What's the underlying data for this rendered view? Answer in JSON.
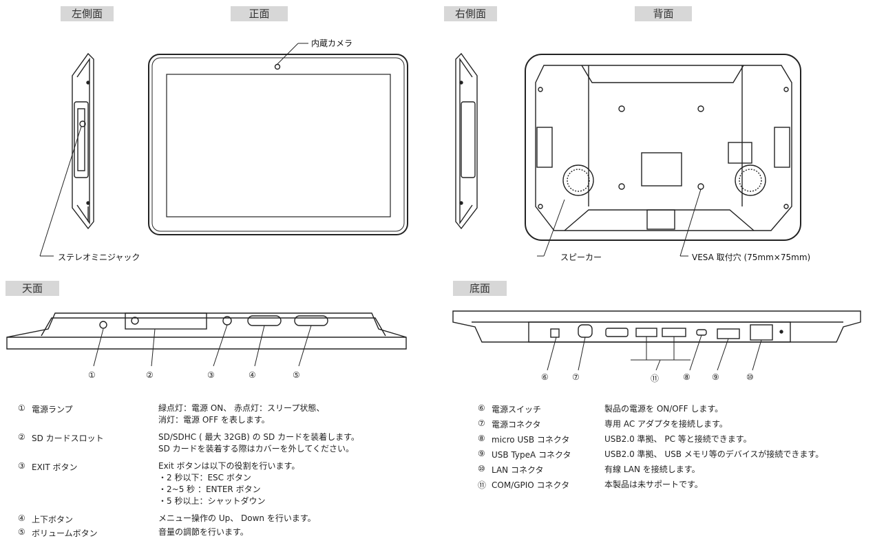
{
  "views": {
    "left_side": "左側面",
    "front": "正面",
    "right_side": "右側面",
    "back": "背面",
    "top": "天面",
    "bottom": "底面"
  },
  "callouts": {
    "camera": "内蔵カメラ",
    "jack": "ステレオミニジャック",
    "speaker": "スピーカー",
    "vesa": "VESA 取付穴 (75mm×75mm)"
  },
  "top_numbers": [
    "①",
    "②",
    "③",
    "④",
    "⑤"
  ],
  "bottom_numbers": [
    "⑥",
    "⑦",
    "⑪",
    "⑧",
    "⑨",
    "⑩"
  ],
  "left_table": [
    {
      "num": "①",
      "name": "電源ランプ",
      "desc": [
        "緑点灯：電源 ON、 赤点灯：スリープ状態、",
        "消灯：電源 OFF を表します。"
      ]
    },
    {
      "num": "②",
      "name": "SD カードスロット",
      "desc": [
        "SD/SDHC ( 最大 32GB) の SD カードを装着します。",
        "SD カードを装着する際はカバーを外してください。"
      ]
    },
    {
      "num": "③",
      "name": "EXIT ボタン",
      "desc": [
        "Exit ボタンは以下の役割を行います。",
        "・2 秒以下：ESC ボタン",
        "・2~5 秒 ：ENTER ボタン",
        "・5 秒以上：シャットダウン"
      ]
    },
    {
      "num": "④",
      "name": "上下ボタン",
      "desc": [
        "メニュー操作の Up、 Down を行います。"
      ]
    },
    {
      "num": "⑤",
      "name": "ボリュームボタン",
      "desc": [
        "音量の調節を行います。"
      ]
    }
  ],
  "right_table": [
    {
      "num": "⑥",
      "name": "電源スイッチ",
      "desc": [
        "製品の電源を ON/OFF します。"
      ]
    },
    {
      "num": "⑦",
      "name": "電源コネクタ",
      "desc": [
        "専用 AC アダプタを接続します。"
      ]
    },
    {
      "num": "⑧",
      "name": "micro USB コネクタ",
      "desc": [
        "USB2.0 準拠、 PC 等と接続できます。"
      ]
    },
    {
      "num": "⑨",
      "name": "USB TypeA コネクタ",
      "desc": [
        "USB2.0 準拠、 USB メモリ等のデバイスが接続できます。"
      ]
    },
    {
      "num": "⑩",
      "name": "LAN コネクタ",
      "desc": [
        "有線 LAN を接続します。"
      ]
    },
    {
      "num": "⑪",
      "name": "COM/GPIO コネクタ",
      "desc": [
        "本製品は未サポートです。"
      ]
    }
  ]
}
